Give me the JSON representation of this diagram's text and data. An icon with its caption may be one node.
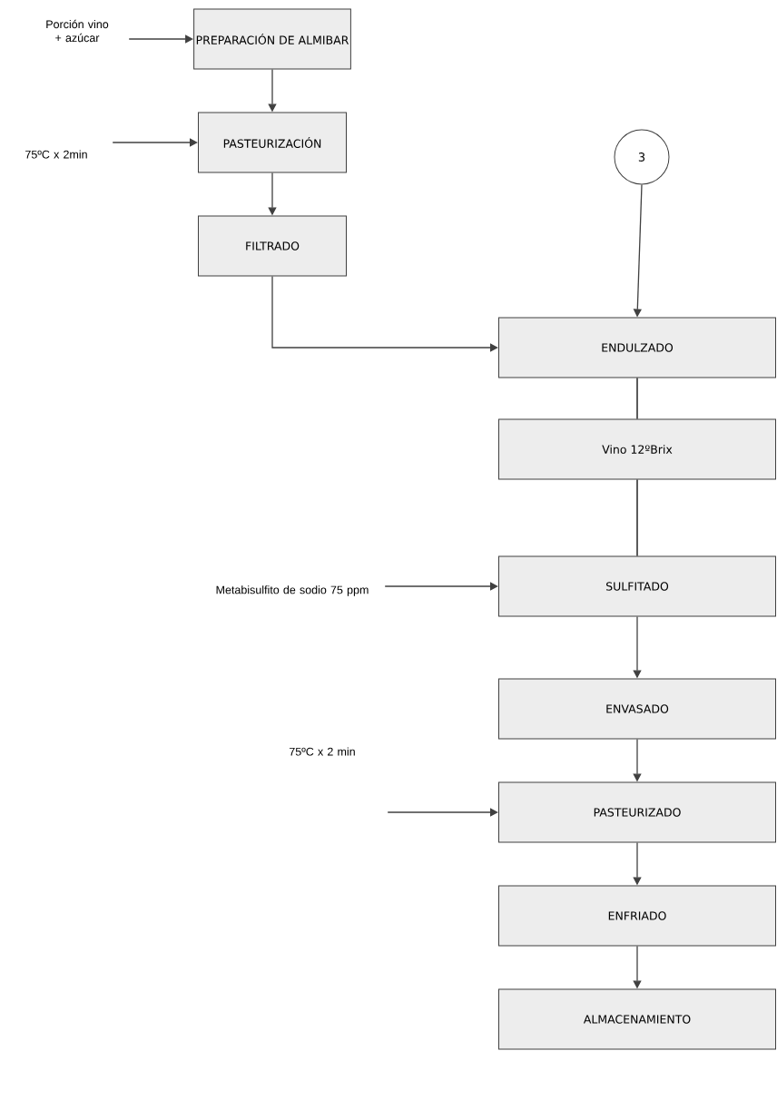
{
  "diagram": {
    "nodes": [
      {
        "text": [
          "Porción vino + azúcar"
        ]
      },
      {
        "text": [
          "PREPARACIÓN DE ALMIBAR"
        ]
      },
      {
        "text": [
          "75ºC x 2min"
        ]
      },
      {
        "text": [
          "PASTEURIZACIÓN"
        ]
      },
      {
        "text": [
          "FILTRADO"
        ]
      },
      {
        "text": [
          "3"
        ]
      },
      {
        "text": [
          "ENDULZADO"
        ]
      },
      {
        "text": [
          "Vino 12ºBrix"
        ]
      },
      {
        "text": [
          "Metabisulfito de sodio 75 ppm"
        ]
      },
      {
        "text": [
          "SULFITADO"
        ]
      },
      {
        "text": [
          "ENVASADO"
        ]
      },
      {
        "text": [
          "75ºC x 2 min"
        ]
      },
      {
        "text": [
          "PASTEURIZADO"
        ]
      },
      {
        "text": [
          "ENFRIADO"
        ]
      },
      {
        "text": [
          "ALMACENAMIENTO"
        ]
      }
    ],
    "edges": [
      {
        "from": 0,
        "to": 1,
        "arrow": "to"
      },
      {
        "from": 1,
        "to": 3,
        "arrow": "to"
      },
      {
        "from": 2,
        "to": 3,
        "arrow": "to"
      },
      {
        "from": 3,
        "to": 4,
        "arrow": "to"
      },
      {
        "from": 4,
        "to": 6,
        "arrow": "to"
      },
      {
        "from": 5,
        "to": 6,
        "arrow": "to"
      },
      {
        "from": 6,
        "to": 7,
        "arrow": "none",
        "color": "#000000"
      },
      {
        "from": 7,
        "to": 9,
        "arrow": "none",
        "color": "#000000"
      },
      {
        "from": 8,
        "to": 9,
        "arrow": "to"
      },
      {
        "from": 9,
        "to": 10,
        "arrow": "to"
      },
      {
        "from": 10,
        "to": 12,
        "arrow": "to"
      },
      {
        "from": 11,
        "to": 12,
        "arrow": "to"
      },
      {
        "from": 12,
        "to": 13,
        "arrow": "to"
      },
      {
        "from": 13,
        "to": 14,
        "arrow": "to"
      }
    ]
  }
}
